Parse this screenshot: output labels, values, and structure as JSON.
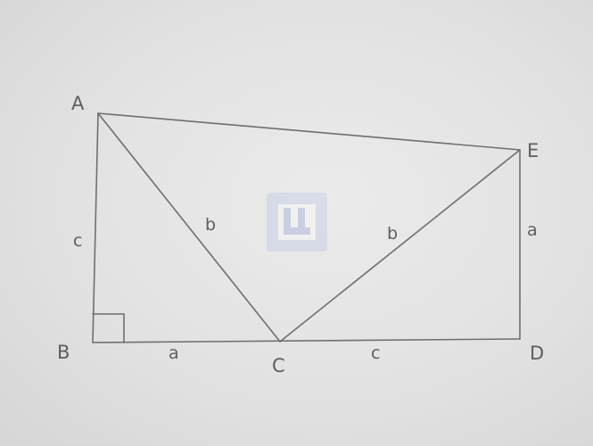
{
  "diagram": {
    "points": {
      "A": "A",
      "B": "B",
      "C": "C",
      "D": "D",
      "E": "E"
    },
    "sides": {
      "AB": "c",
      "BC": "a",
      "AC": "b",
      "CE": "b",
      "CD": "c",
      "ED": "a"
    }
  }
}
